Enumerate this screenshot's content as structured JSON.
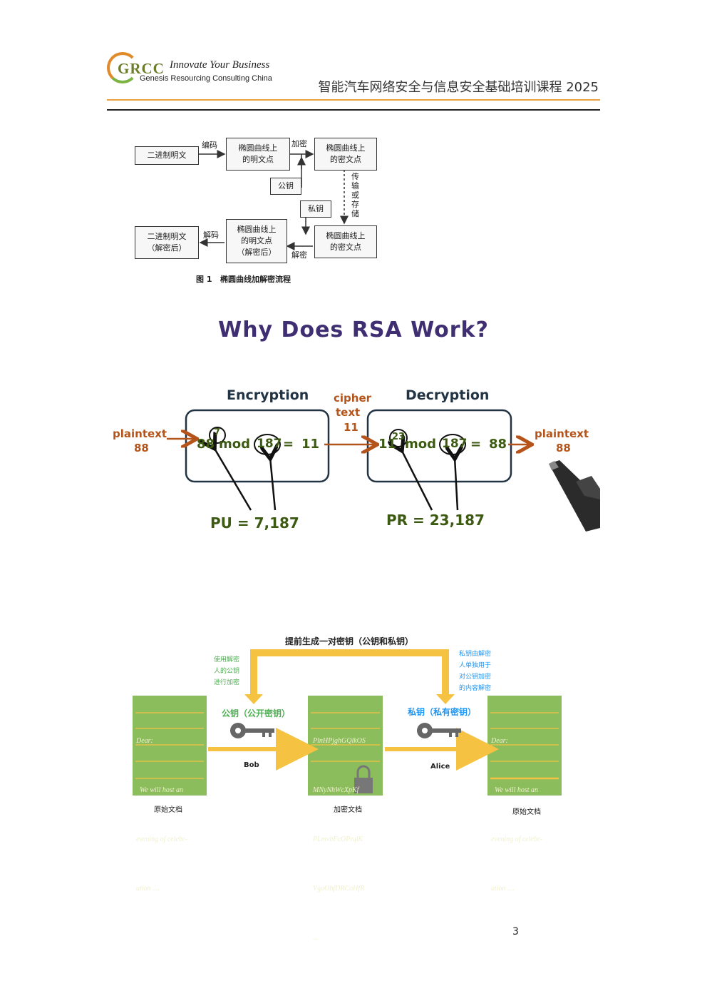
{
  "header": {
    "logo_mark": "GRCC",
    "tagline": "Innovate Your Business",
    "company": "Genesis Resourcing Consulting China",
    "course_title": "智能汽车网络安全与信息安全基础培训课程 2025"
  },
  "flow_diagram": {
    "boxes": {
      "binary_plain": "二进制明文",
      "ec_plain": "椭圆曲线上\n的明文点",
      "ec_cipher_top": "椭圆曲线上\n的密文点",
      "public_key": "公钥",
      "private_key": "私钥",
      "binary_plain_dec": "二进制明文\n（解密后）",
      "ec_plain_dec": "椭圆曲线上\n的明文点\n（解密后）",
      "ec_cipher_bottom": "椭圆曲线上\n的密文点"
    },
    "labels": {
      "encode": "编码",
      "encrypt": "加密",
      "transmit": "传\n输\n或\n存\n储",
      "decode": "解码",
      "decrypt": "解密"
    },
    "caption": "图 1   椭圆曲线加解密流程"
  },
  "rsa_sketch": {
    "title": "Why Does RSA Work?",
    "encryption_label": "Encryption",
    "decryption_label": "Decryption",
    "cipher_label": "cipher",
    "text_label": "text",
    "cipher_value": "11",
    "plaintext_in": "plaintext",
    "plaintext_in_value": "88",
    "plaintext_out": "plaintext",
    "plaintext_out_value": "88",
    "enc_base": "88",
    "enc_exp": "7",
    "mod_word": "mod",
    "enc_mod": "187",
    "enc_eq": "=",
    "enc_result": "11",
    "dec_base": "11",
    "dec_exp": "23",
    "dec_mod": "187",
    "dec_result": "88",
    "public_key": "PU = 7,187",
    "private_key": "PR = 23,187"
  },
  "enc_diagram": {
    "top_label": "提前生成一对密钥（公钥和私钥）",
    "left_note": [
      "使用解密",
      "人的公钥",
      "进行加密"
    ],
    "right_note": [
      "私钥由解密",
      "人单独用于",
      "对公钥加密",
      "的内容解密"
    ],
    "public_key_label": "公钥（公开密钥）",
    "private_key_label": "私钥（私有密钥）",
    "bob": "Bob",
    "alice": "Alice",
    "doc_left_lines": [
      "Dear:",
      "  We will host an",
      "evening of celebr-",
      "ation ...."
    ],
    "doc_mid_lines": [
      "PlnHPjghGQlkOS",
      "MNyNhWcXpKf",
      "PLmvbFcOPrqlK",
      "VgoObfDRCoHfR",
      "..."
    ],
    "doc_right_lines": [
      "Dear:",
      "  We will host an",
      "evening of celebr-",
      "ation ...."
    ],
    "doc_left_caption": "原始文档",
    "doc_mid_caption": "加密文档",
    "doc_right_caption": "原始文档",
    "colors": {
      "doc": "#8cbd5c",
      "arrow": "#f5c242",
      "pub_label": "#4caf50",
      "priv_label": "#2196f3"
    }
  },
  "page_number": "3"
}
